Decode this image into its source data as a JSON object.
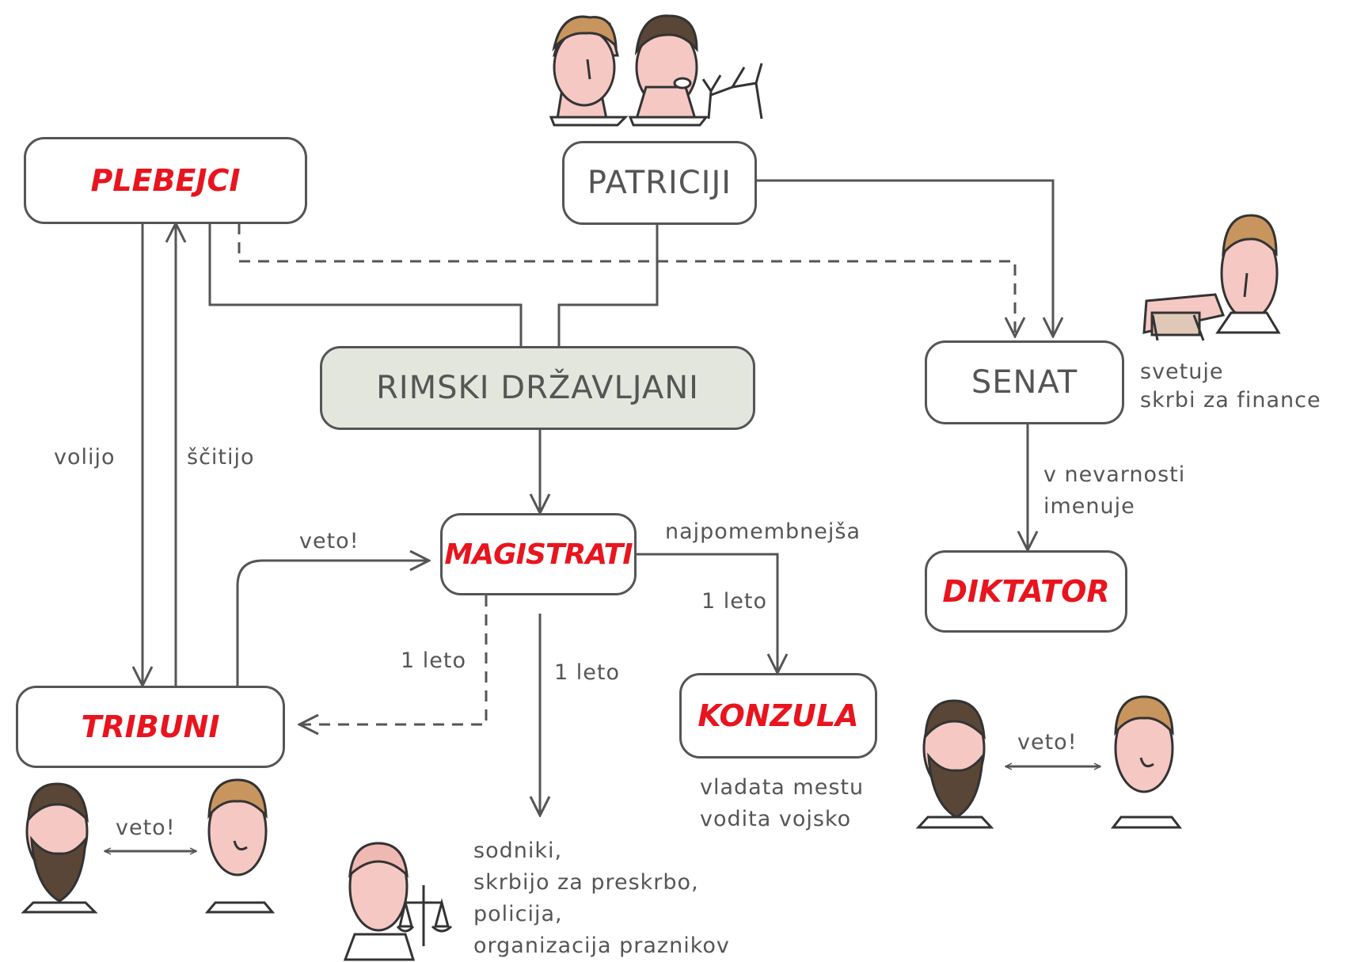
{
  "nodes": {
    "plebejci": "PLEBEJCI",
    "patriciji": "PATRICIJI",
    "rimski_drzavljani": "RIMSKI DRŽAVLJANI",
    "senat": "SENAT",
    "magistrati": "MAGISTRATI",
    "diktator": "DIKTATOR",
    "tribuni": "TRIBUNI",
    "konzula": "KONZULA"
  },
  "edge_labels": {
    "volijo": "volijo",
    "scitijo": "ščitijo",
    "veto_tribuni": "veto!",
    "najpomembnejsa": "najpomembnejša",
    "leto_konzula": "1 leto",
    "leto_tribuni": "1 leto",
    "leto_sodniki": "1 leto",
    "nevarnost": [
      "v nevarnosti",
      "imenuje"
    ],
    "veto_tribuni_pair": "veto!",
    "veto_konzula_pair": "veto!"
  },
  "notes": {
    "senat": [
      "svetuje",
      "skrbi za finance"
    ],
    "konzula": [
      "vladata mestu",
      "vodita vojsko"
    ],
    "magistrati": [
      "sodniki,",
      "skrbijo za preskrbo,",
      "policija,",
      "organizacija praznikov"
    ]
  },
  "colors": {
    "accent_red": "#e8141e",
    "line": "#555555",
    "rimski_fill": "#e3e6dc",
    "skin": "#f5c8c4",
    "hair_dark": "#5a4636",
    "hair_light": "#c8955e"
  }
}
